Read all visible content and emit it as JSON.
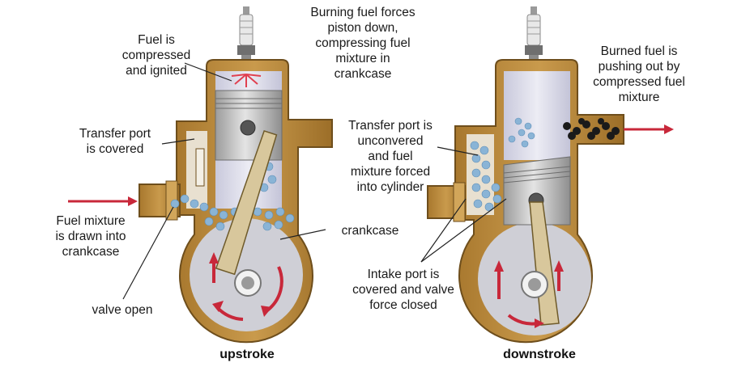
{
  "colors": {
    "casing": "#b88a3e",
    "casing_dark": "#7a5722",
    "cylinder": "#e6e6ef",
    "piston": "#c9c9c9",
    "burned_fuel": "#1a1a1a",
    "fuel_mixture": "#8ab4d6",
    "arrow": "#c8283a"
  },
  "icons": [
    "spark-plug-icon",
    "flow-arrow-icon",
    "rotation-arrow-icon"
  ],
  "upstroke": {
    "caption": "upstroke",
    "labels": {
      "fuel_compressed": [
        "Fuel is",
        "compressed",
        "and ignited"
      ],
      "transfer_covered": [
        "Transfer port",
        "is covered"
      ],
      "fuel_drawn": [
        "Fuel mixture",
        "is drawn into",
        "crankcase"
      ],
      "valve_open": [
        "valve open"
      ],
      "crankcase": [
        "crankcase"
      ]
    }
  },
  "downstroke": {
    "caption": "downstroke",
    "labels": {
      "burning_forces": [
        "Burning fuel forces",
        "piston down,",
        "compressing fuel",
        "mixture in",
        "crankcase"
      ],
      "transfer_uncovered": [
        "Transfer port is",
        "unconvered",
        "and fuel",
        "mixture forced",
        "into cylinder"
      ],
      "intake_covered": [
        "Intake port is",
        "covered and valve",
        "force closed"
      ],
      "burned_fuel": [
        "Burned fuel is",
        "pushing out by",
        "compressed fuel",
        "mixture"
      ]
    }
  }
}
